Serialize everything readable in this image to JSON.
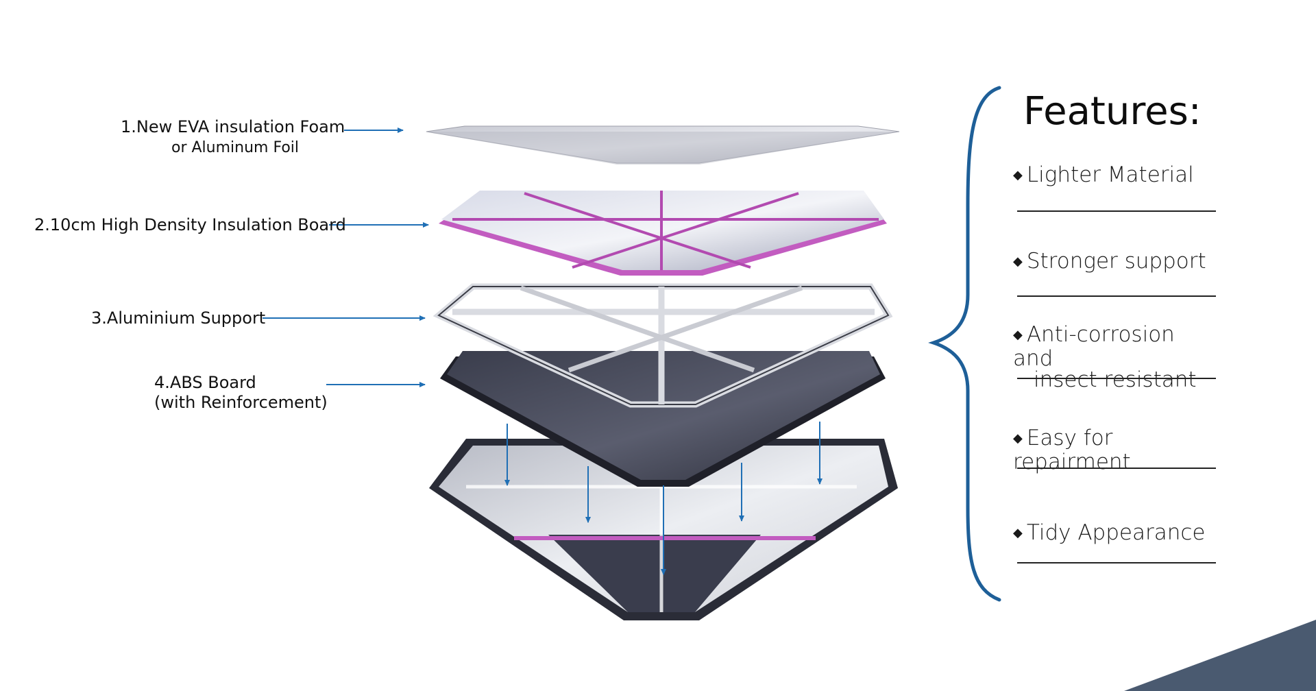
{
  "layers": [
    {
      "title": "1.New EVA insulation Foam",
      "subtitle": "or Aluminum Foil"
    },
    {
      "title": "2.10cm High Density Insulation Board"
    },
    {
      "title": "3.Aluminium Support"
    },
    {
      "title": "4.ABS Board",
      "subtitle": "(with Reinforcement)"
    }
  ],
  "features": {
    "title": "Features:",
    "bullet": "◆",
    "items": [
      {
        "text": "Lighter Material"
      },
      {
        "text": "Stronger support"
      },
      {
        "text": "Anti-corrosion and",
        "text2": "insect resistant"
      },
      {
        "text": "Easy for repairment"
      },
      {
        "text": "Tidy Appearance"
      }
    ]
  },
  "colors": {
    "arrow": "#1f6fb5",
    "brace": "#1e5f98",
    "pink_edge": "#c25cc0",
    "dark_board": "#2f313f",
    "corner_shape": "#4a5a70"
  }
}
